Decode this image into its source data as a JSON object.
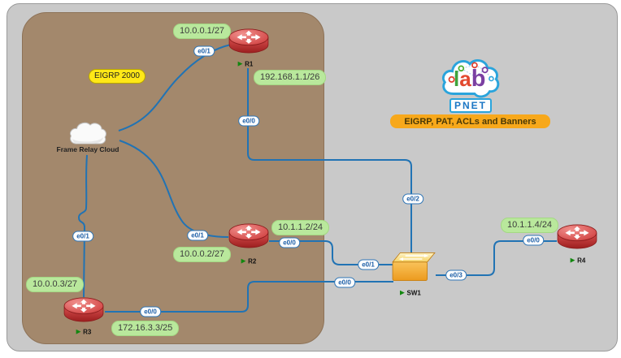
{
  "banner": {
    "text": "EIGRP, PAT, ACLs and Banners"
  },
  "logo": {
    "pnet": "PNET",
    "l": "l",
    "a": "a",
    "b": "b"
  },
  "region_label": {
    "text": "EIGRP 2000"
  },
  "cloud": {
    "label": "Frame Relay Cloud"
  },
  "devices": {
    "r1": {
      "label": "R1"
    },
    "r2": {
      "label": "R2"
    },
    "r3": {
      "label": "R3"
    },
    "r4": {
      "label": "R4"
    },
    "sw1": {
      "label": "SW1"
    }
  },
  "ip_labels": [
    "10.0.0.1/27",
    "192.168.1.1/26",
    "10.1.1.2/24",
    "10.0.0.2/27",
    "10.0.0.3/27",
    "172.16.3.3/25",
    "10.1.1.4/24"
  ],
  "interfaces": [
    "e0/1",
    "e0/0",
    "e0/1",
    "e0/1",
    "e0/0",
    "e0/0",
    "e0/0",
    "e0/1",
    "e0/2",
    "e0/3",
    "e0/0"
  ],
  "colors": {
    "link": "#2173b4",
    "router_red": "#c43434",
    "switch_orange": "#f2a030",
    "ip_label_bg": "#b9e89c",
    "region_bg": "#a3886c",
    "banner_bg": "#f7a81b",
    "highlight_yellow": "#ffe817"
  }
}
